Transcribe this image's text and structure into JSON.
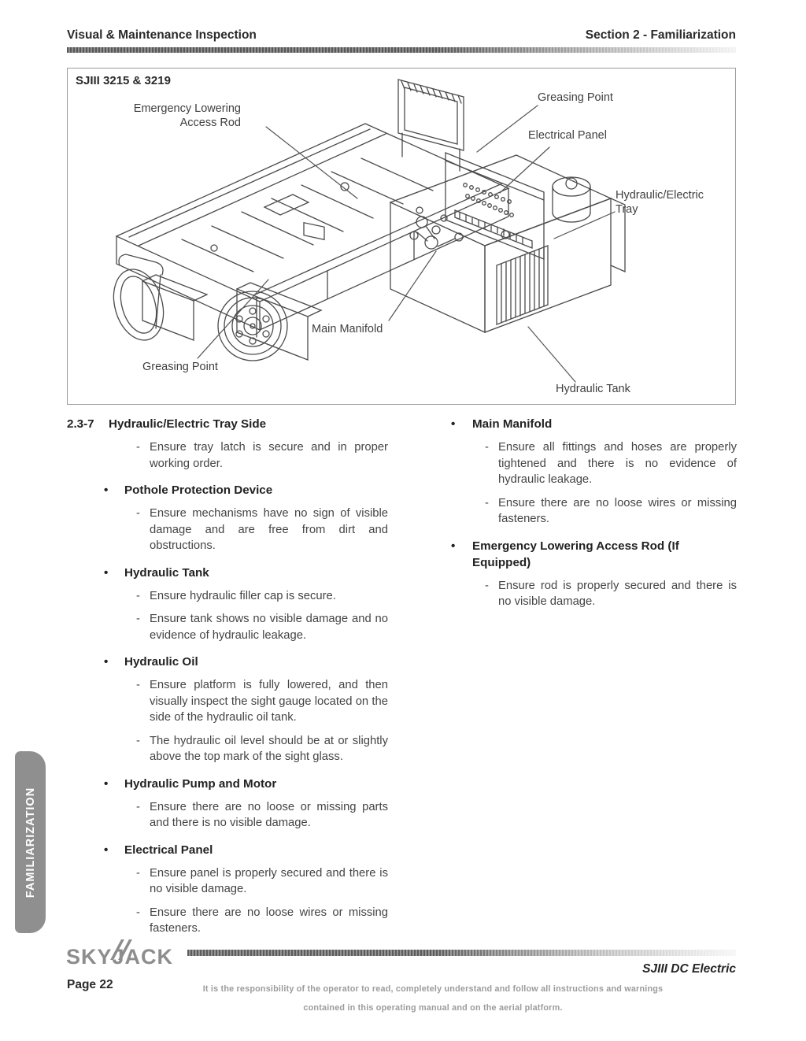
{
  "header": {
    "left": "Visual & Maintenance Inspection",
    "right": "Section 2 - Familiarization"
  },
  "figure": {
    "title": "SJIII 3215 & 3219",
    "labels": {
      "emergency_lowering": "Emergency Lowering Access Rod",
      "greasing_point_top": "Greasing Point",
      "electrical_panel": "Electrical Panel",
      "hydraulic_electric_tray": "Hydraulic/Electric Tray",
      "main_manifold": "Main Manifold",
      "greasing_point_bottom": "Greasing Point",
      "hydraulic_tank": "Hydraulic Tank"
    }
  },
  "sections": {
    "left": [
      {
        "number": "2.3-7",
        "title": "Hydraulic/Electric Tray Side",
        "items": [
          "Ensure tray latch is secure and in proper working order."
        ]
      },
      {
        "title": "Pothole Protection Device",
        "items": [
          "Ensure mechanisms have no sign of visible damage and are free from dirt and obstructions."
        ]
      },
      {
        "title": "Hydraulic Tank",
        "items": [
          "Ensure hydraulic filler cap is secure.",
          "Ensure tank shows no visible damage and no evidence of hydraulic leakage."
        ]
      },
      {
        "title": "Hydraulic Oil",
        "items": [
          "Ensure platform is fully lowered, and then visually inspect the sight gauge located on the side of the hydraulic oil tank.",
          "The hydraulic oil level should be at or slightly above the top mark of the sight glass."
        ]
      },
      {
        "title": "Hydraulic Pump and Motor",
        "items": [
          "Ensure there are no loose or missing parts and there is no visible damage."
        ]
      },
      {
        "title": "Electrical Panel",
        "items": [
          "Ensure panel is properly secured and there is no visible damage.",
          "Ensure there are no loose wires or missing fasteners."
        ]
      }
    ],
    "right": [
      {
        "title": "Main Manifold",
        "items": [
          "Ensure all fittings and hoses are properly tightened and there is no evidence of hydraulic leakage.",
          "Ensure there are no loose wires or missing fasteners."
        ]
      },
      {
        "title": "Emergency Lowering Access Rod (If Equipped)",
        "items": [
          "Ensure rod is properly secured and there is no visible damage."
        ]
      }
    ]
  },
  "sidebar": {
    "tab": "FAMILIARIZATION"
  },
  "footer": {
    "logo": "SKYJACK",
    "model": "SJIII DC Electric",
    "page": "Page 22",
    "disclaimer_line1": "It is the responsibility of the operator to read, completely understand and follow all instructions and warnings",
    "disclaimer_line2": "contained in this operating manual and on the aerial platform."
  },
  "colors": {
    "tab_background": "#8f8f8f",
    "rule_dark": "#585858",
    "logo_gray": "#8d8d8d",
    "text_dark": "#2a2a2a",
    "text_body": "#444444",
    "disclaimer_gray": "#9b9b9b"
  }
}
